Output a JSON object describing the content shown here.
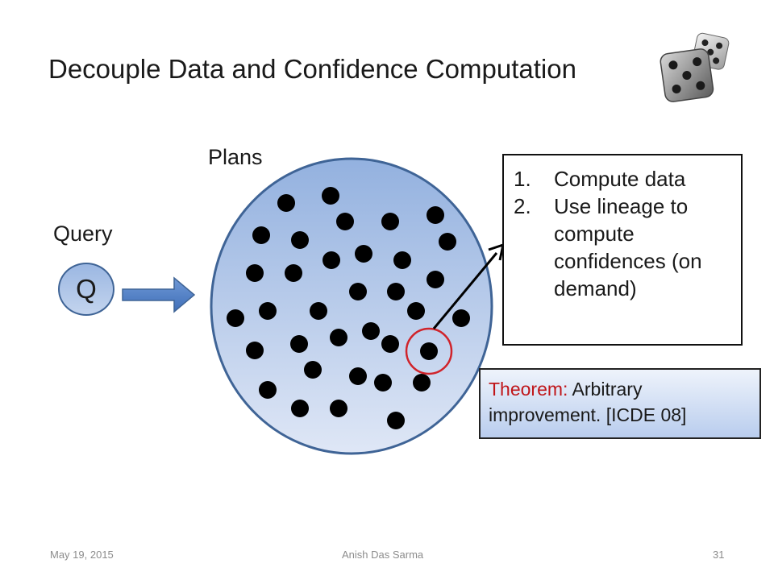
{
  "slide": {
    "title": "Decouple Data and Confidence Computation",
    "plans_label": "Plans",
    "query_label": "Query",
    "query_symbol": "Q",
    "steps": [
      {
        "number": "1.",
        "text": "Compute data"
      },
      {
        "number": "2.",
        "text": "Use lineage to compute confidences (on demand)"
      }
    ],
    "theorem": {
      "label": "Theorem:",
      "text": " Arbitrary improvement. [ICDE 08]"
    }
  },
  "footer": {
    "date": "May 19, 2015",
    "author": "Anish Das Sarma",
    "page": "31"
  },
  "colors": {
    "plans_fill_top": "#93b1df",
    "plans_fill_bottom": "#dfe7f6",
    "plans_border": "#3f6496",
    "arrow_fill": "#4f7cc2",
    "highlight_ring": "#d0232a",
    "theorem_label": "#c0161a"
  },
  "icons": [
    "dice-icon"
  ]
}
